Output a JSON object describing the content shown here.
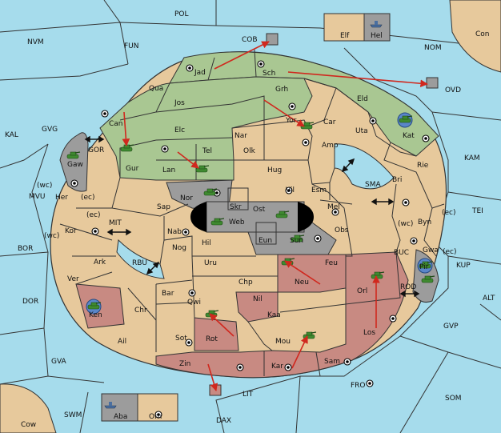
{
  "colors": {
    "sea": "#a6dcec",
    "land": "#e7c99c",
    "green": "#a9c792",
    "red": "#c88a82",
    "gray": "#9c9c9c",
    "black": "#000000",
    "order_arrow": "#d0281e",
    "army": "#3f8a30",
    "fleet": "#4a6fa0"
  },
  "labels": {
    "POL": "POL",
    "NVM": "NVM",
    "FUN": "FUN",
    "COB": "COB",
    "NOM": "NOM",
    "Con": "Con",
    "Elf": "Elf",
    "Hel": "Hel",
    "OVD": "OVD",
    "KAL": "KAL",
    "GVG": "GVG",
    "KAM": "KAM",
    "TEI": "TEI",
    "MVU": "MVU",
    "BOR": "BOR",
    "DOR": "DOR",
    "GVA": "GVA",
    "SWM": "SWM",
    "DAX": "DAX",
    "LIT": "LIT",
    "FRO": "FRO",
    "SOM": "SOM",
    "GVP": "GVP",
    "ALT": "ALT",
    "KUP": "KUP",
    "Cow": "Cow",
    "Aba": "Aba",
    "Orn": "Orn",
    "MIT": "MIT",
    "RBU": "RBU",
    "SMA": "SMA",
    "BUC": "BUC",
    "ROD": "ROD",
    "GOR": "GOR",
    "Jad": "Jad",
    "Sch": "Sch",
    "Qua": "Qua",
    "Jos": "Jos",
    "Grh": "Grh",
    "Eld": "Eld",
    "Can": "Can",
    "Yor": "Yor",
    "Car": "Car",
    "Uta": "Uta",
    "Kat": "Kat",
    "Elc": "Elc",
    "Nar": "Nar",
    "Amp": "Amp",
    "Gur": "Gur",
    "Tel": "Tel",
    "Olk": "Olk",
    "Lan": "Lan",
    "Hug": "Hug",
    "Rie": "Rie",
    "Bri": "Bri",
    "Gaw": "Gaw",
    "Nor": "Nor",
    "Vil": "Vil",
    "Esm": "Esm",
    "Her": "Her",
    "wc1": "(wc)",
    "ec1": "(ec)",
    "Sap": "Sap",
    "Skr": "Skr",
    "Ost": "Ost",
    "Web": "Web",
    "Mel": "Mel",
    "ec2": "(ec)",
    "Kor": "Kor",
    "wc2": "(wc)",
    "Nab": "Nab",
    "Byn": "Byn",
    "ec3": "(ec)",
    "wc3": "(wc)",
    "Eun": "Eun",
    "Obs": "Obs",
    "Sun": "Sun",
    "Hil": "Hil",
    "Nog": "Nog",
    "Gwa": "Gwa",
    "ec4": "(ec)",
    "Ark": "Ark",
    "Uru": "Uru",
    "Feu": "Feu",
    "Pir": "Pir",
    "Ver": "Ver",
    "Chp": "Chp",
    "Neu": "Neu",
    "Orl": "Orl",
    "Bar": "Bar",
    "Qwi": "Qwi",
    "Nil": "Nil",
    "Ken": "Ken",
    "Chr": "Chr",
    "Kaa": "Kaa",
    "Sot": "Sot",
    "Rot": "Rot",
    "Los": "Los",
    "Ail": "Ail",
    "Mou": "Mou",
    "Zin": "Zin",
    "Kar": "Kar",
    "Sam": "Sam"
  }
}
